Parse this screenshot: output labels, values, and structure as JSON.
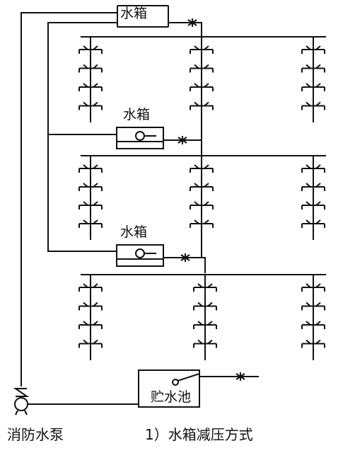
{
  "diagram": {
    "tanks": [
      {
        "label": "水箱"
      },
      {
        "label": "水箱"
      },
      {
        "label": "水箱"
      }
    ],
    "reservoir": {
      "label": "贮水池"
    },
    "pump": {
      "label": "消防水泵"
    },
    "caption": "1）水箱减压方式",
    "line_color": "#111111",
    "zones": 3,
    "risers_per_zone": 3,
    "outlets_per_riser": 4
  }
}
